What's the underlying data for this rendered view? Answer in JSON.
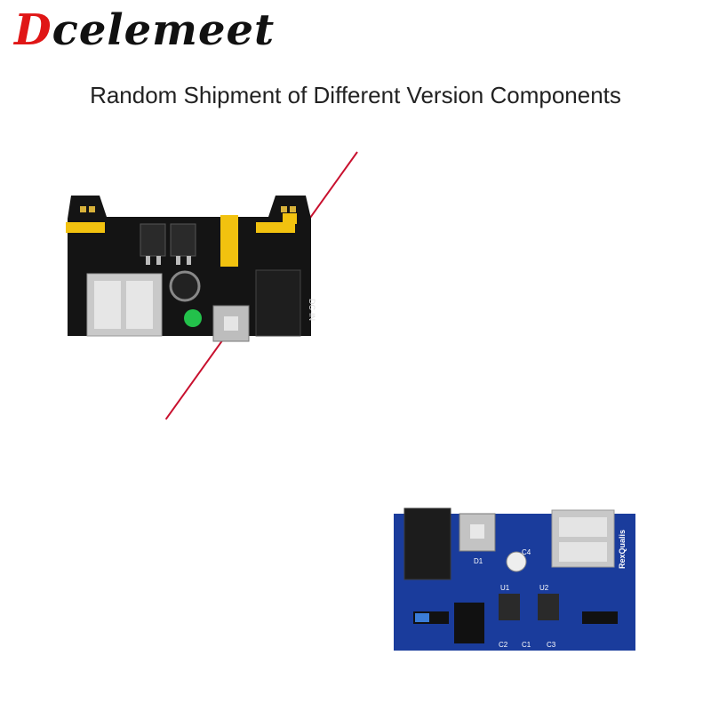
{
  "brand": {
    "initial": "D",
    "rest": "celemeet"
  },
  "headline": "Random Shipment of Different Version Components",
  "colors": {
    "brand_accent": "#e01616",
    "divider": "#c8102e",
    "board_black": "#111111",
    "board_blue": "#1a3c9c"
  },
  "board_black": {
    "labels": {
      "dc_in": "DC-IN"
    }
  },
  "board_blue": {
    "labels": {
      "maker": "RexQualis",
      "u1": "U1",
      "u2": "U2",
      "d1": "D1",
      "c1": "C1",
      "c2": "C2",
      "c3": "C3",
      "c4": "C4"
    }
  }
}
